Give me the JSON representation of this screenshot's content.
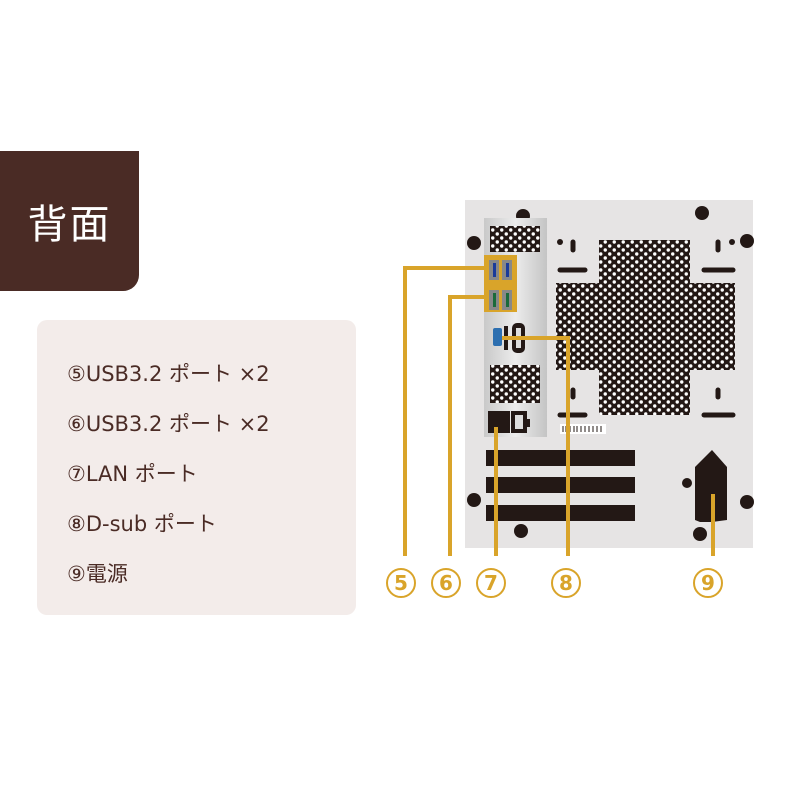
{
  "header": {
    "title": "背面"
  },
  "legend": {
    "items": [
      {
        "label": "⑤USB3.2 ポート ×2"
      },
      {
        "label": "⑥USB3.2 ポート ×2"
      },
      {
        "label": "⑦LAN ポート"
      },
      {
        "label": "⑧D-sub ポート"
      },
      {
        "label": "⑨電源"
      }
    ]
  },
  "callouts": [
    "5",
    "6",
    "7",
    "8",
    "9"
  ],
  "colors": {
    "brand": "#4a2b25",
    "accent": "#d9a42a",
    "legend_bg": "#f3ecea",
    "case": "#e6e4e4"
  }
}
